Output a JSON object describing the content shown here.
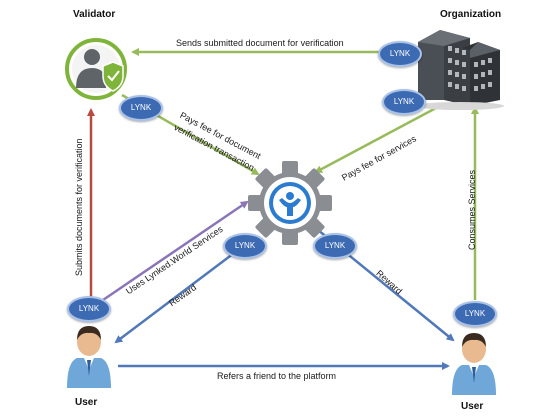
{
  "roles": {
    "validator": "Validator",
    "organization": "Organization",
    "user_left": "User",
    "user_right": "User"
  },
  "token_label": "LYNK",
  "edges": {
    "sends_document": "Sends submitted document for verification",
    "pays_fee_validator_line1": "Pays fee for document",
    "pays_fee_validator_line2": "verification transaction",
    "pays_fee_services": "Pays fee for services",
    "submits_documents": "Submits documents for verification",
    "uses_services": "Uses Lynked.World Services",
    "consumes_services": "Consumes Services",
    "reward_left": "Reward",
    "reward_right": "Reward",
    "refers_friend": "Refers a friend to the platform"
  },
  "colors": {
    "green_arrow": "#97bb5a",
    "red_arrow": "#b84a44",
    "purple_arrow": "#8a75b8",
    "blue_arrow": "#5178b8",
    "token_fill": "#3d6bb3",
    "gear": "#8a8d92",
    "logo_blue": "#2b7bd0"
  }
}
